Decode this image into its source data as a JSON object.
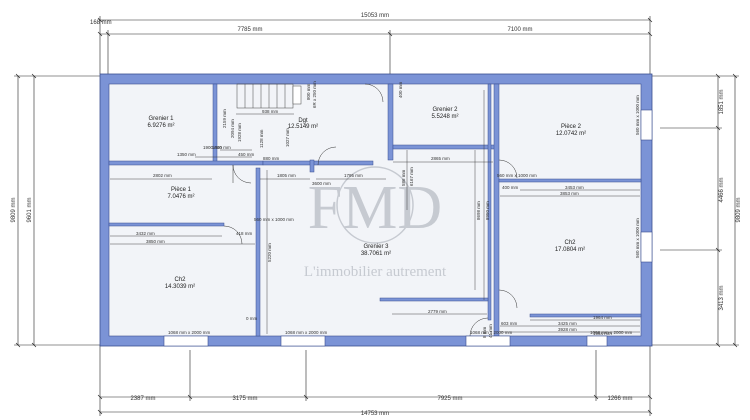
{
  "watermark": {
    "logo": "FMD",
    "tagline": "L'immobilier autrement"
  },
  "colors": {
    "wall": "#7b93d6",
    "wall_edge": "#3b4f8f",
    "floor": "#f2f4f8",
    "dim_line": "#222222",
    "watermark": "#b8bcc4"
  },
  "rooms": [
    {
      "name": "Grenier 1",
      "area": "6.9276 m²"
    },
    {
      "name": "Dgt",
      "area": "12.5149 m²"
    },
    {
      "name": "Grenier 2",
      "area": "5.5248 m²"
    },
    {
      "name": "Pièce 2",
      "area": "12.0742 m²"
    },
    {
      "name": "Pièce 1",
      "area": "7.0476 m²"
    },
    {
      "name": "Grenier 3",
      "area": "38.7061 m²"
    },
    {
      "name": "Ch2",
      "area": "17.0804 m²"
    },
    {
      "name": "Ch2",
      "area": "14.3039 m²"
    }
  ],
  "dimensions": {
    "top_total": "15053 mm",
    "top_left": "7785 mm",
    "top_right": "7100 mm",
    "top_offset": "168 mm",
    "bottom_total": "14753 mm",
    "bottom_1": "2387 mm",
    "bottom_2": "3175 mm",
    "bottom_3": "7925 mm",
    "bottom_4": "1266 mm",
    "left_outer": "9809 mm",
    "left_inner": "9601 mm",
    "right_top": "1851 mm",
    "right_mid": "4466 mm",
    "right_bottom": "3413 mm",
    "right_total": "9809 mm"
  },
  "interior_dims": [
    "2802 mm",
    "1805 mm",
    "1795 mm",
    "3600 mm",
    "2865 mm",
    "3453 mm",
    "3853 mm",
    "400 mm",
    "3432 mm",
    "3850 mm",
    "418 mm",
    "5220 mm",
    "0 mm",
    "2779 mm",
    "1964 mm",
    "3425 mm",
    "3928 mm",
    "1964 mm",
    "938 mm",
    "1800 mm",
    "1350 mm",
    "450 mm",
    "880 mm",
    "6R x 250 mm",
    "800 mm",
    "2159 mm",
    "2094 mm",
    "1928 mm",
    "1027 mm",
    "1128 mm",
    "586 mm",
    "6167 mm",
    "8698 mm",
    "8950 mm",
    "400 mm",
    "8 mm",
    "41 mm",
    "603 mm",
    "1900 mm"
  ],
  "small_tags": [
    "1068 mm x 2000 mm",
    "1068 mm x 2000 mm",
    "1068 mm x 2000 mm",
    "1068 mm x 2000 mm",
    "560 mm x 1000 mm",
    "560 mm x 1000 mm",
    "560 mm x 1000 mm",
    "560 mm x 1000 mm"
  ]
}
